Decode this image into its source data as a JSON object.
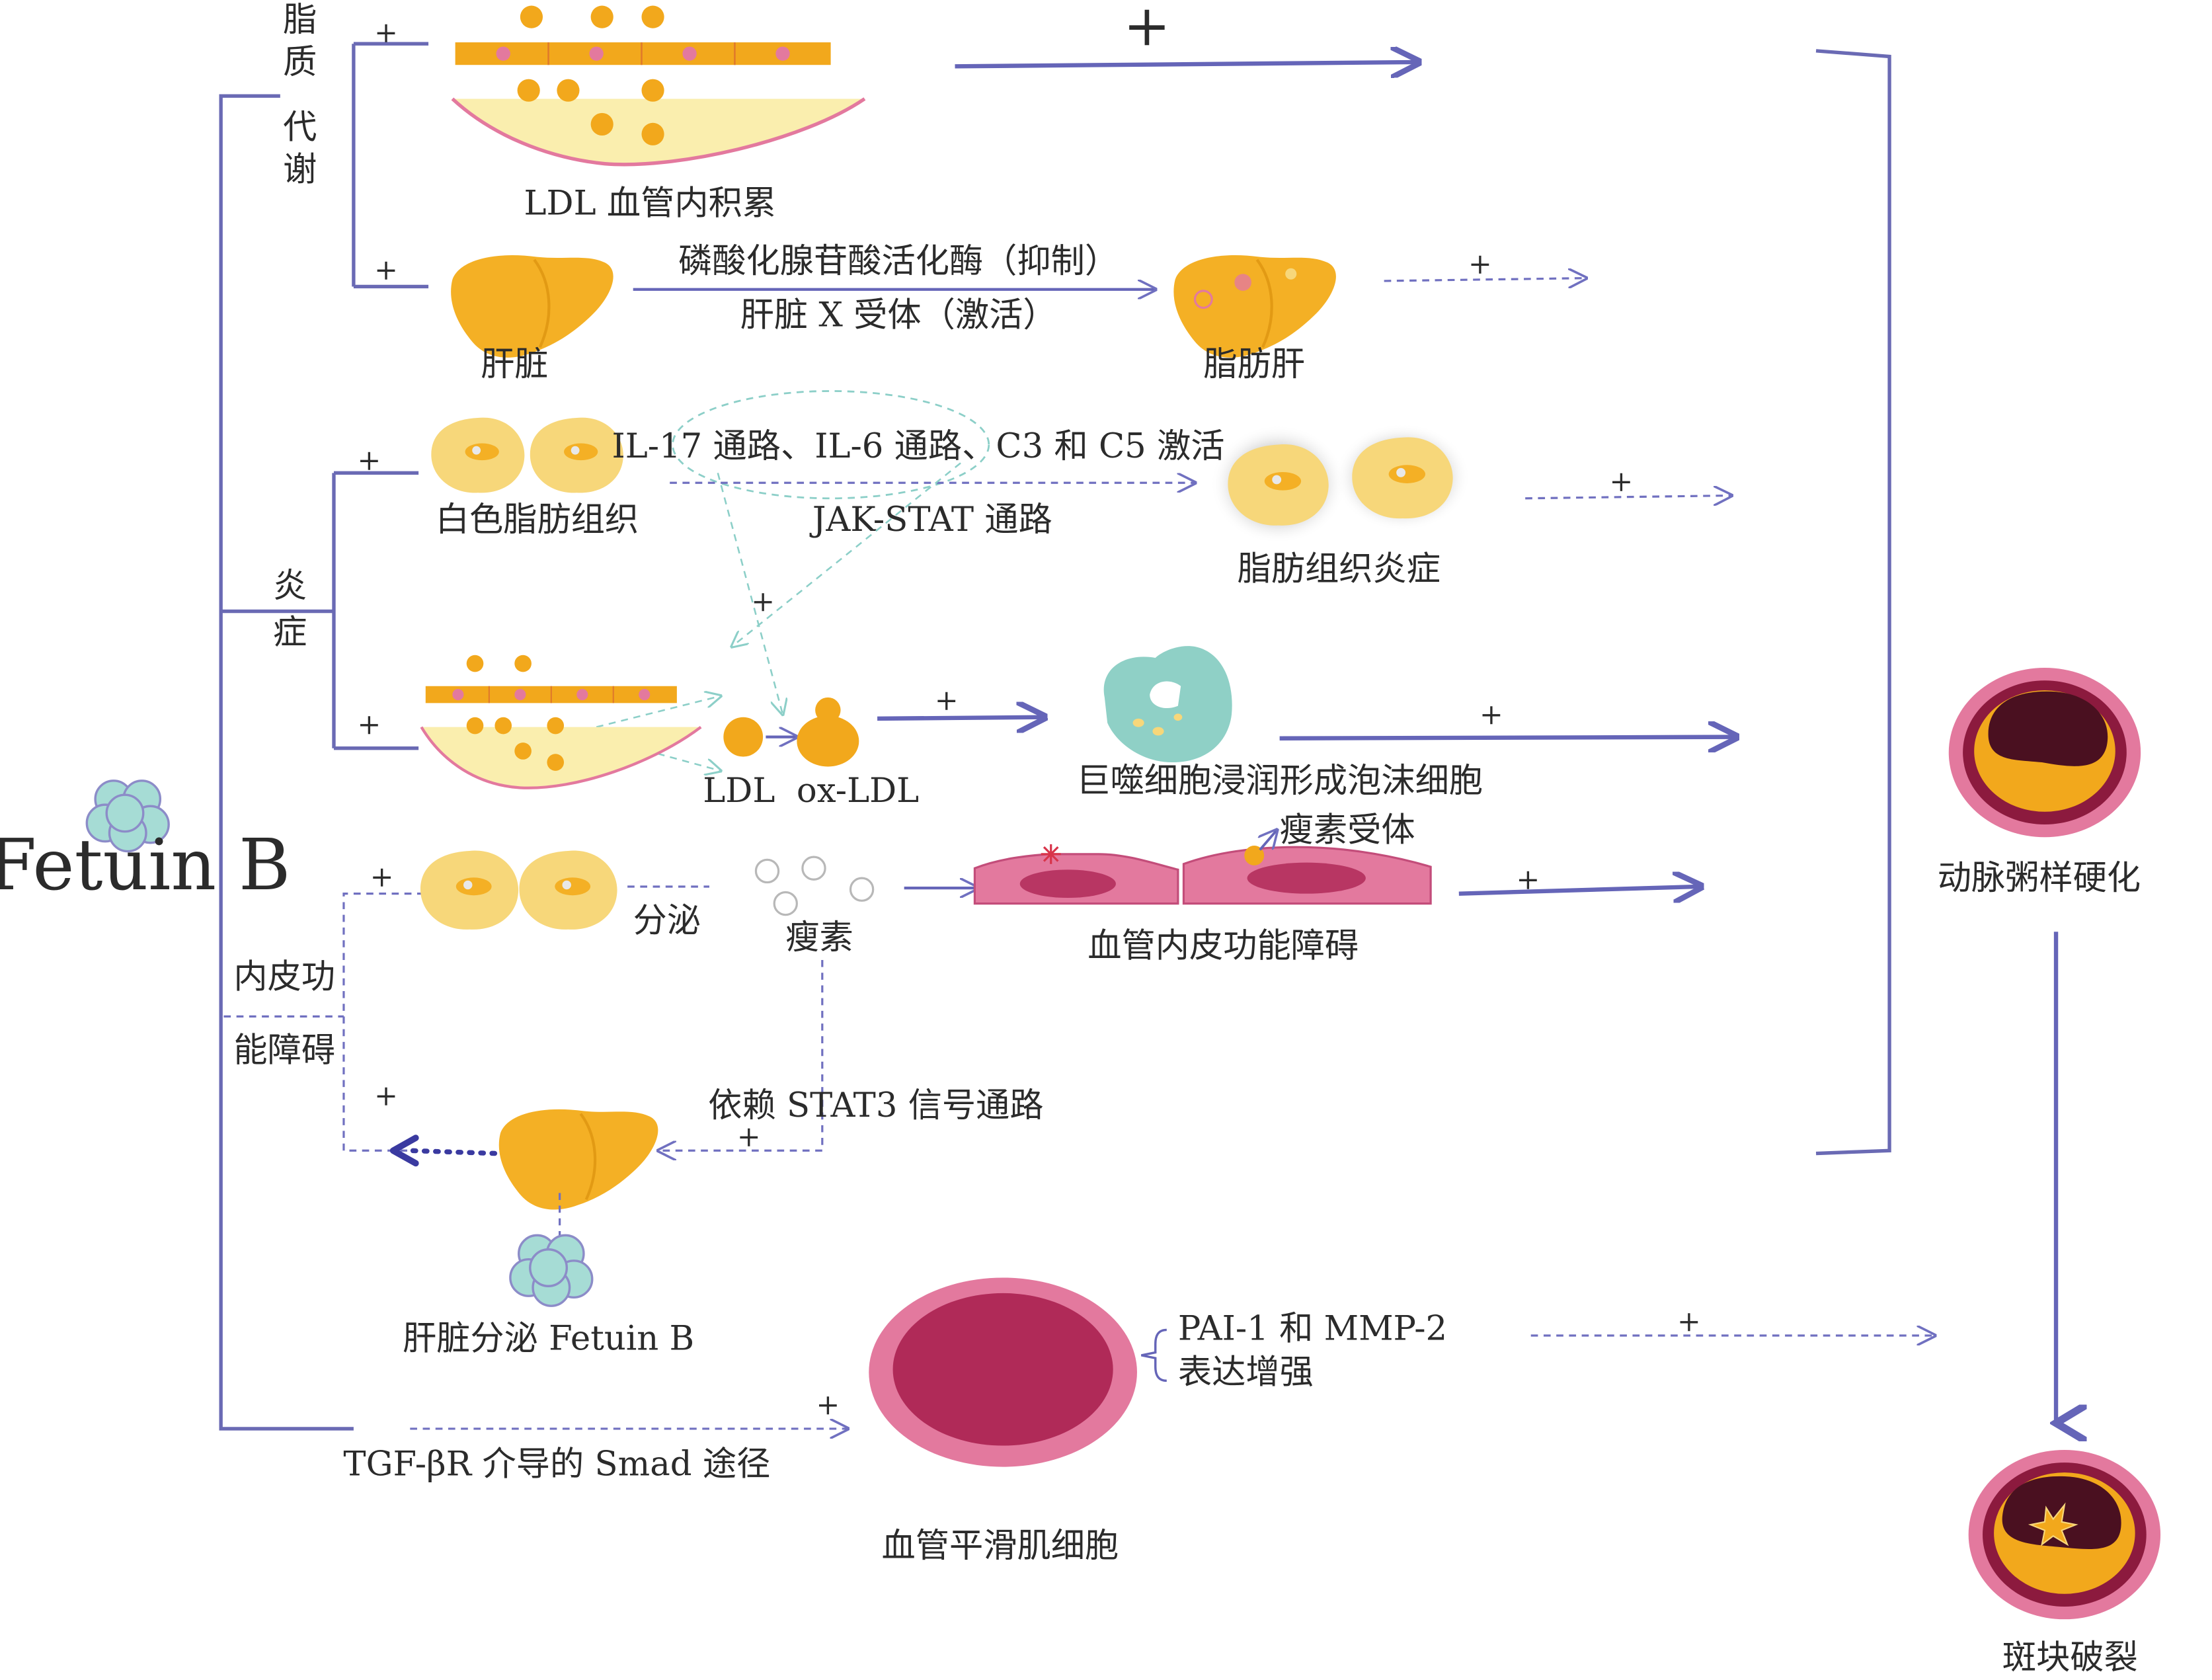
{
  "labels": {
    "fetuin_b": "Fetuin B",
    "cat_lipid": [
      "脂",
      "质",
      "代",
      "谢"
    ],
    "cat_inflammation": [
      "炎",
      "症"
    ],
    "cat_endothelial_line1": "内皮功",
    "cat_endothelial_line2": "能障碍",
    "ldl_accumulation": "LDL 血管内积累",
    "liver": "肝脏",
    "ampk": "磷酸化腺苷酸活化酶（抑制）",
    "lxr": "肝脏 X 受体（激活）",
    "fatty_liver": "脂肪肝",
    "il_pathways": "IL-17 通路、IL-6 通路、C3 和 C5 激活",
    "white_adipose": "白色脂肪组织",
    "jak_stat": "JAK-STAT 通路",
    "adipose_inflammation": "脂肪组织炎症",
    "ldl_oxldl": "LDL  ox-LDL",
    "foam_cell": "巨噬细胞浸润形成泡沫细胞",
    "leptin_receptor": "瘦素受体",
    "secretion": "分泌",
    "leptin": "瘦素",
    "endothelial_dysfunction": "血管内皮功能障碍",
    "stat3": "依赖 STAT3 信号通路",
    "liver_secretes": "肝脏分泌 Fetuin B",
    "pai_mmp_line1": "PAI-1 和 MMP-2",
    "pai_mmp_line2": "表达增强",
    "tgf": "TGF-βR 介导的 Smad 途径",
    "smooth_muscle": "血管平滑肌细胞",
    "atherosclerosis": "动脉粥样硬化",
    "plaque_rupture": "斑块破裂",
    "plus": "+"
  },
  "colors": {
    "bracket": "#6a6ab4",
    "arrow": "#6565b8",
    "dashed": "#7070c0",
    "teal_dashed": "#8ccfc8",
    "fat_yellow": "#f7d77a",
    "liver_orange": "#f4b025",
    "ldl_orange": "#f2a81c",
    "vessel_pink": "#e3799e",
    "vessel_dark": "#b02a58",
    "foam_teal": "#8fd0c6",
    "fetuin_teal": "#a6dcd5",
    "plaque_ring": "#8c1a3e"
  },
  "icons": [
    "fetuin-cluster-icon",
    "ldl-vessel-icon",
    "liver-icon",
    "fatty-liver-icon",
    "adipocyte-icon",
    "inflamed-adipocyte-icon",
    "macrophage-icon",
    "leptin-icon",
    "endothelial-cell-icon",
    "smooth-muscle-cell-icon",
    "artery-plaque-icon",
    "ruptured-plaque-icon"
  ]
}
